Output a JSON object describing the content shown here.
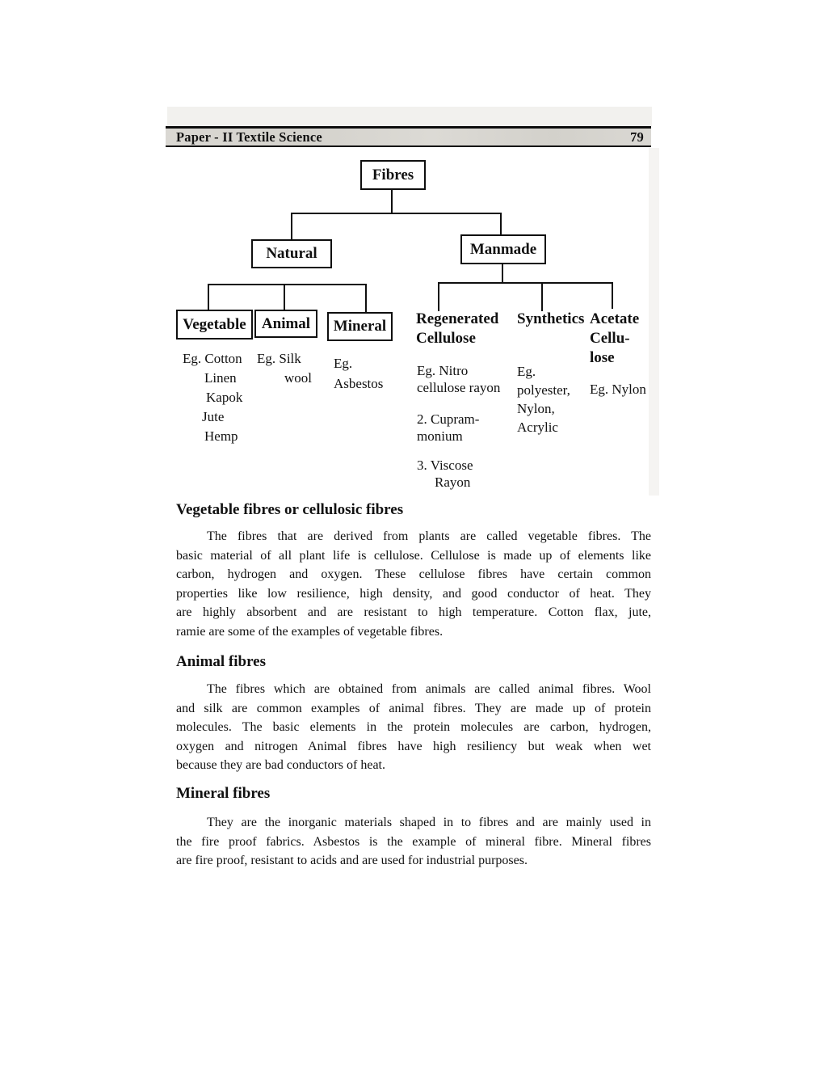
{
  "header": {
    "title": "Paper - II  Textile Science",
    "page_number": "79"
  },
  "diagram": {
    "type": "tree",
    "nodes": {
      "fibres": "Fibres",
      "natural": "Natural",
      "manmade": "Manmade",
      "vegetable": "Vegetable",
      "animal": "Animal",
      "mineral": "Mineral",
      "regenerated": [
        "Regenerated",
        "Cellulose"
      ],
      "synthetics": "Synthetics",
      "acetate": [
        "Acetate",
        "Cellu-",
        "lose"
      ]
    },
    "edges": [
      [
        "Fibres",
        "Natural"
      ],
      [
        "Fibres",
        "Manmade"
      ],
      [
        "Natural",
        "Vegetable"
      ],
      [
        "Natural",
        "Animal"
      ],
      [
        "Natural",
        "Mineral"
      ],
      [
        "Manmade",
        "Regenerated Cellulose"
      ],
      [
        "Manmade",
        "Synthetics"
      ],
      [
        "Manmade",
        "Acetate Cellulose"
      ]
    ],
    "examples": {
      "vegetable": [
        "Eg. Cotton",
        "Linen",
        "Kapok",
        "Jute",
        "Hemp"
      ],
      "animal": [
        "Eg. Silk",
        "wool"
      ],
      "mineral": [
        "Eg.",
        "Asbestos"
      ],
      "regenerated": [
        "Eg. Nitro",
        "cellulose rayon",
        "2. Cupram-",
        "monium",
        "3. Viscose",
        "Rayon"
      ],
      "synthetics": [
        "Eg.",
        "polyester,",
        "Nylon,",
        "Acrylic"
      ],
      "acetate": [
        "Eg. Nylon"
      ]
    }
  },
  "sections": [
    {
      "heading": "Vegetable fibres or cellulosic fibres",
      "lines": [
        "The fibres that are derived from plants are called vegetable fibres. The",
        "basic material of all plant life is cellulose. Cellulose is made up of elements like",
        "carbon, hydrogen and oxygen. These cellulose fibres have certain common",
        "properties like low resilience, high density, and good conductor of heat. They",
        "are highly absorbent and are resistant to high temperature. Cotton flax, jute,",
        "ramie are some of the examples of vegetable fibres."
      ]
    },
    {
      "heading": "Animal fibres",
      "lines": [
        "The fibres which are obtained from animals are called animal fibres. Wool",
        "and silk are common examples of animal fibres. They are made up of protein",
        "molecules. The basic elements in the protein molecules are carbon, hydrogen,",
        "oxygen and nitrogen  Animal fibres have high resiliency but weak when wet",
        "because they are bad conductors of heat."
      ]
    },
    {
      "heading": "Mineral fibres",
      "lines": [
        "They are the inorganic materials shaped in to fibres and are mainly used in",
        "the  fire proof fabrics. Asbestos is the example of mineral fibre. Mineral fibres",
        "are fire proof, resistant to acids and are used for industrial purposes."
      ]
    }
  ],
  "colors": {
    "ink": "#111111",
    "header_band": "#d8d6d1",
    "page": "#ffffff"
  }
}
